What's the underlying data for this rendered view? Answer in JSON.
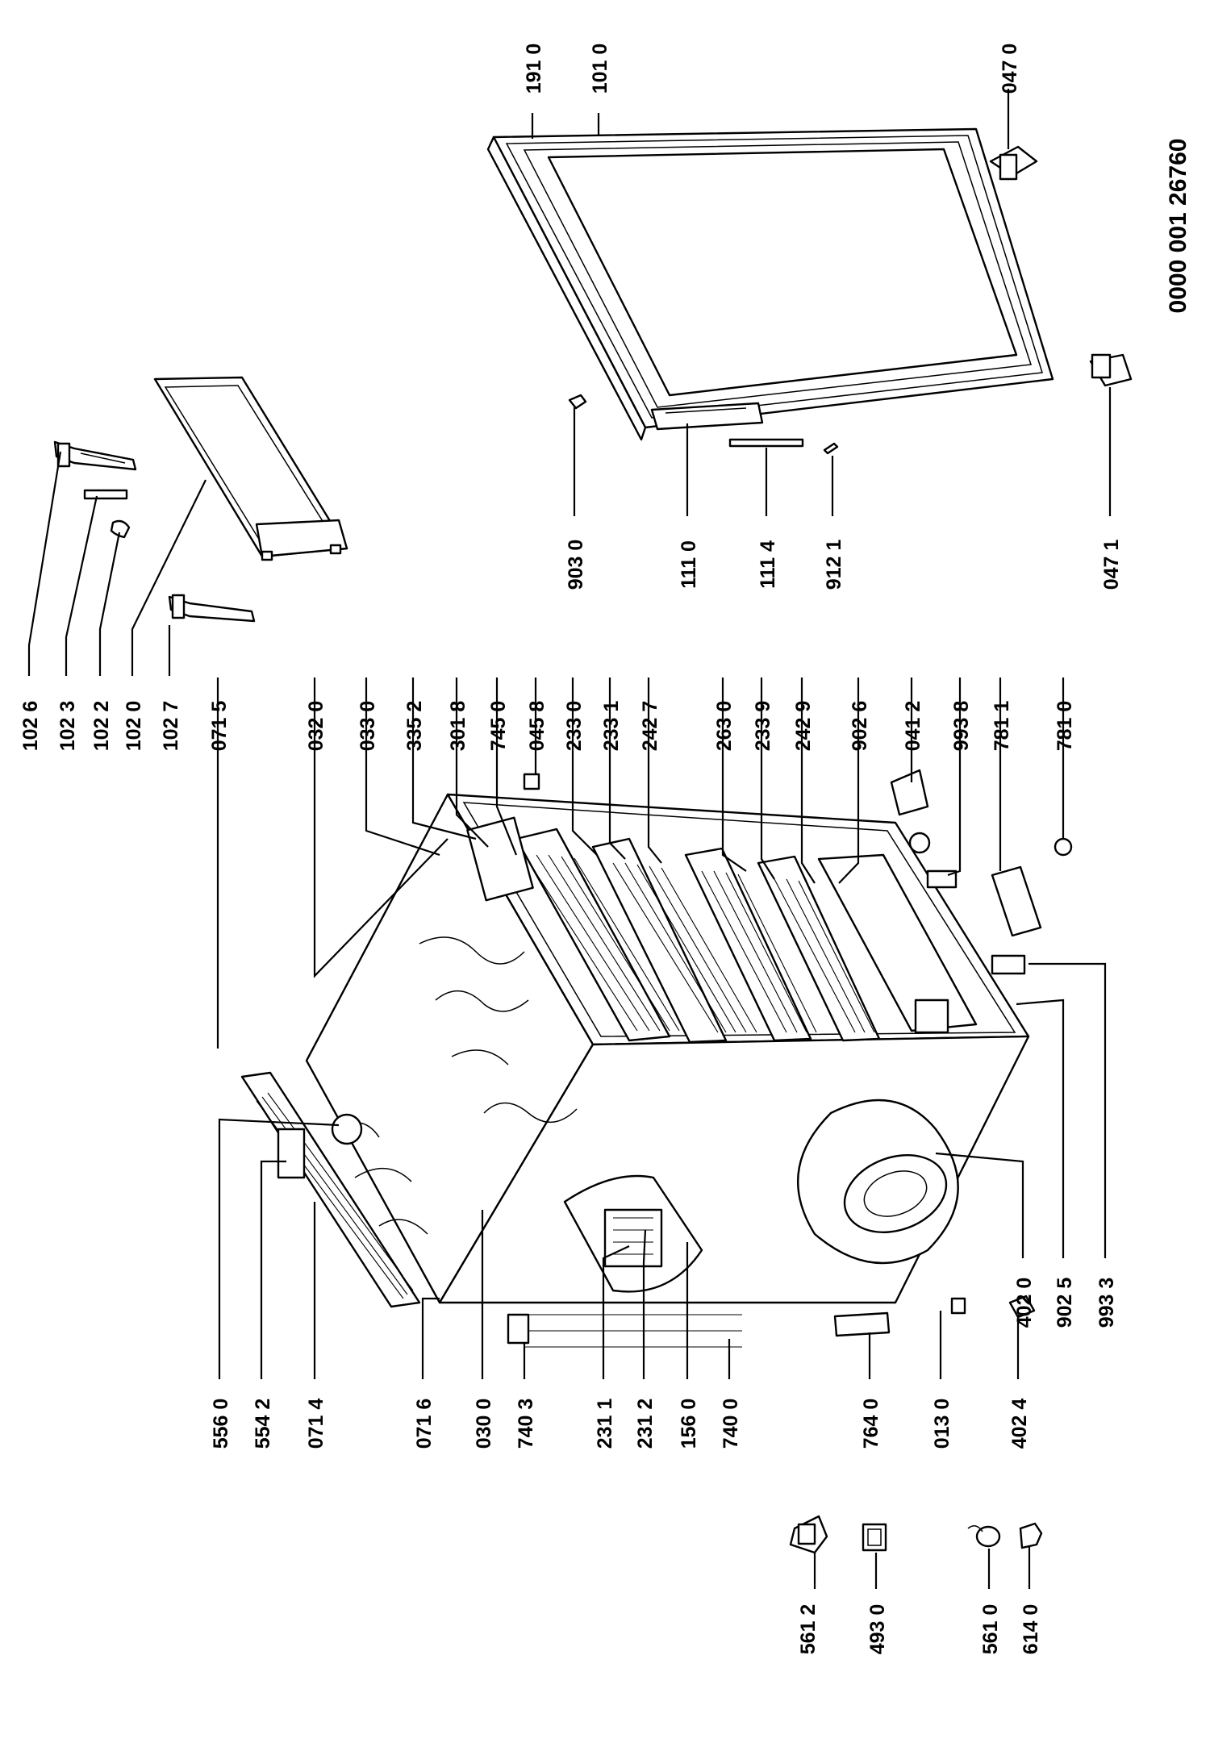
{
  "document_number": "0000 001 26760",
  "labels": {
    "p1026": "102 6",
    "p1023": "102 3",
    "p1022": "102 2",
    "p1020": "102 0",
    "p1027": "102 7",
    "p0715": "071 5",
    "p0320": "032 0",
    "p0330": "033 0",
    "p3352": "335 2",
    "p3018": "301 8",
    "p7450": "745 0",
    "p0458": "045 8",
    "p2330": "233 0",
    "p2331": "233 1",
    "p2427": "242 7",
    "p2630": "263 0",
    "p2339": "233 9",
    "p2429": "242 9",
    "p9026": "902 6",
    "p0412": "041 2",
    "p9938": "993 8",
    "p7811": "781 1",
    "p7810": "781 0",
    "p1910": "191 0",
    "p1010": "101 0",
    "p0470": "047 0",
    "p9030": "903 0",
    "p1110": "111 0",
    "p1114": "111 4",
    "p9121": "912 1",
    "p0471": "047 1",
    "p5560": "556 0",
    "p5542": "554 2",
    "p0714": "071 4",
    "p0716": "071 6",
    "p0300": "030 0",
    "p7403": "740 3",
    "p2311": "231 1",
    "p2312": "231 2",
    "p1560": "156 0",
    "p7400": "740 0",
    "p7640": "764 0",
    "p0130": "013 0",
    "p4024": "402 4",
    "p4020": "402 0",
    "p9025": "902 5",
    "p9933": "993 3",
    "p5612": "561 2",
    "p4930": "493 0",
    "p5610": "561 0",
    "p6140": "614 0"
  },
  "icons": [
    "hinge-icon",
    "lamp-socket-icon",
    "compressor-icon",
    "relay-icon",
    "thermostat-icon",
    "capacitor-icon",
    "screw-icon",
    "foot-icon"
  ]
}
